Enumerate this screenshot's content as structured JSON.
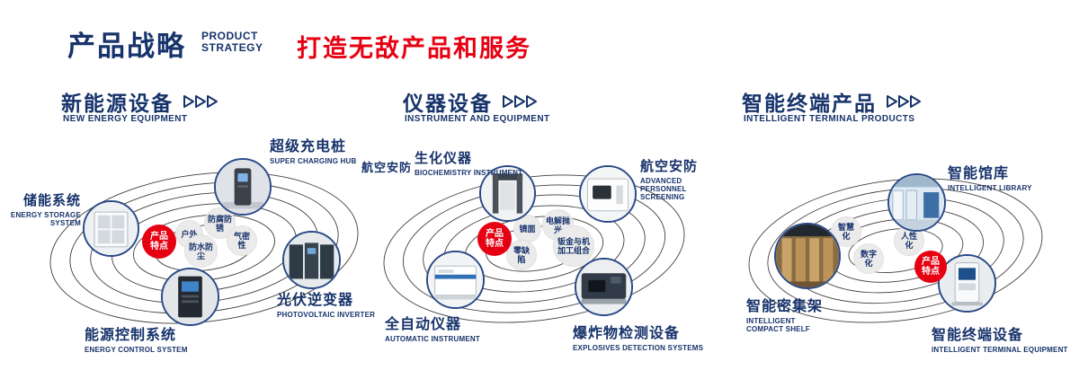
{
  "header": {
    "title": "产品战略",
    "en1": "PRODUCT",
    "en2": "STRATEGY",
    "tagline": "打造无敌产品和服务"
  },
  "colors": {
    "navy": "#17336b",
    "red": "#e60012"
  },
  "sections": {
    "energy": {
      "title": "新能源设备",
      "subtitle": "NEW ENERGY EQUIPMENT",
      "badge1": "产品",
      "badge2": "特点",
      "features": {
        "f1": "户外",
        "f2": "防腐防锈",
        "f3": "气密性",
        "f4": "防水防尘"
      },
      "items": {
        "charging": {
          "label": "超级充电桩",
          "sublabel": "SUPER CHARGING HUB"
        },
        "storage": {
          "label": "储能系统",
          "sublabel": "ENERGY STORAGE SYSTEM"
        },
        "inverter": {
          "label": "光伏逆变器",
          "sublabel": "PHOTOVOLTAIC INVERTER"
        },
        "control": {
          "label": "能源控制系统",
          "sublabel": "ENERGY CONTROL SYSTEM"
        }
      }
    },
    "instrument": {
      "title": "仪器设备",
      "subtitle": "INSTRUMENT AND EQUIPMENT",
      "badge1": "产品",
      "badge2": "特点",
      "features": {
        "f1": "镜面",
        "f2": "电解抛光",
        "f3": "零缺陷",
        "f4": "钣金与机加工组合"
      },
      "items": {
        "aviation_left": {
          "label": "航空安防"
        },
        "biochem": {
          "label": "生化仪器",
          "sublabel": "BIOCHEMISTRY INSTRUMENT"
        },
        "screening": {
          "label": "航空安防",
          "sublabel": "ADVANCED PERSONNEL SCREENING"
        },
        "automatic": {
          "label": "全自动仪器",
          "sublabel": "AUTOMATIC INSTRUMENT"
        },
        "explosives": {
          "label": "爆炸物检测设备",
          "sublabel": "EXPLOSIVES DETECTION SYSTEMS"
        }
      }
    },
    "terminal": {
      "title": "智能终端产品",
      "subtitle": "INTELLIGENT TERMINAL PRODUCTS",
      "badge1": "产品",
      "badge2": "特点",
      "features": {
        "f1": "智慧化",
        "f2": "人性化",
        "f3": "数字化"
      },
      "items": {
        "library": {
          "label": "智能馆库",
          "sublabel": "INTELLIGENT LIBRARY"
        },
        "shelf": {
          "label": "智能密集架",
          "sublabel": "INTELLIGENT COMPACT SHELF"
        },
        "kiosk": {
          "label": "智能终端设备",
          "sublabel": "INTELLIGENT TERMINAL EQUIPMENT"
        }
      }
    }
  }
}
